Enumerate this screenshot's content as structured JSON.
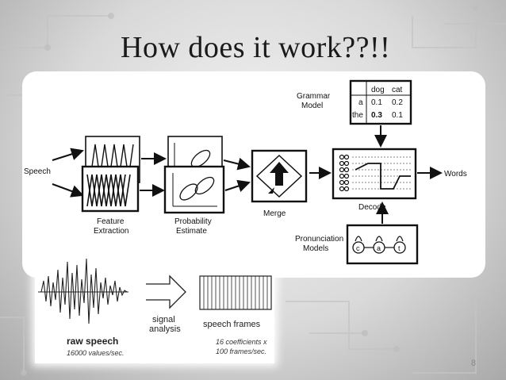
{
  "slide": {
    "title": "How does it work??!!",
    "page_number": "8"
  },
  "diagram": {
    "speech_label": "Speech",
    "words_label": "Words",
    "feature_extraction_label": [
      "Feature",
      "Extraction"
    ],
    "probability_estimate_label": [
      "Probability",
      "Estimate"
    ],
    "merge_label": "Merge",
    "decode_label": "Decode",
    "grammar_model_label": [
      "Grammar",
      "Model"
    ],
    "pronunciation_models_label": [
      "Pronunciation",
      "Models"
    ],
    "grammar_table": {
      "columns": [
        "dog",
        "cat"
      ],
      "rows": [
        {
          "label": "a",
          "values": [
            "0.1",
            "0.2"
          ]
        },
        {
          "label": "the",
          "values": [
            "0.3",
            "0.1"
          ]
        }
      ]
    },
    "pronunciation_states": [
      "c",
      "a",
      "t"
    ]
  },
  "inset": {
    "raw_speech_label": "raw speech",
    "raw_speech_rate": "16000 values/sec.",
    "signal_analysis_label": [
      "signal",
      "analysis"
    ],
    "speech_frames_label": "speech frames",
    "speech_frames_note": [
      "16 coefficients x",
      "100 frames/sec."
    ]
  },
  "colors": {
    "ink": "#1a1a1a",
    "panel": "#ffffff",
    "background": "#d4d4d4"
  }
}
